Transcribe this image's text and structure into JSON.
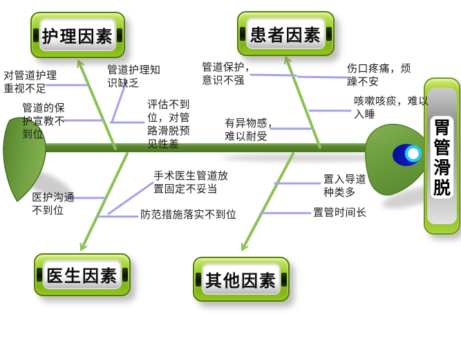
{
  "diagram": {
    "type": "fishbone-cause-effect",
    "effect": {
      "label": "胃管滑脱"
    },
    "categories": [
      {
        "id": "nursing",
        "label": "护理因素"
      },
      {
        "id": "patient",
        "label": "患者因素"
      },
      {
        "id": "doctor",
        "label": "医生因素"
      },
      {
        "id": "other",
        "label": "其他因素"
      }
    ],
    "causes": [
      {
        "category": "护理因素",
        "text": "对管道护理\n重视不足"
      },
      {
        "category": "护理因素",
        "text": "管道的保\n护宣教不\n到位"
      },
      {
        "category": "护理因素",
        "text": "管道护理知\n识缺乏"
      },
      {
        "category": "护理因素",
        "text": "评估不到\n位，对管\n路滑脱预\n见性差"
      },
      {
        "category": "患者因素",
        "text": "管道保护，\n意识不强"
      },
      {
        "category": "患者因素",
        "text": "伤口疼痛，烦\n躁不安"
      },
      {
        "category": "患者因素",
        "text": "咳嗽咳痰，难以\n入睡"
      },
      {
        "category": "患者因素",
        "text": "有异物感，\n难以耐受"
      },
      {
        "category": "医生因素",
        "text": "医护沟通\n不到位"
      },
      {
        "category": "医生因素",
        "text": "手术医生管道放\n置固定不妥当"
      },
      {
        "category": "医生因素",
        "text": "防范措施落实不到位"
      },
      {
        "category": "其他因素",
        "text": "置入导道\n种类多"
      },
      {
        "category": "其他因素",
        "text": "置管时间长"
      }
    ],
    "colors": {
      "box_green": "#8cc320",
      "spine_green": "#547e2b",
      "branch_green": "#8cc152",
      "connector_lavender": "#a2a2ee",
      "eye_blue": "#0a0fc9",
      "eye_ring_cyan": "#2bc9f0",
      "text": "#1b1b1b"
    }
  }
}
